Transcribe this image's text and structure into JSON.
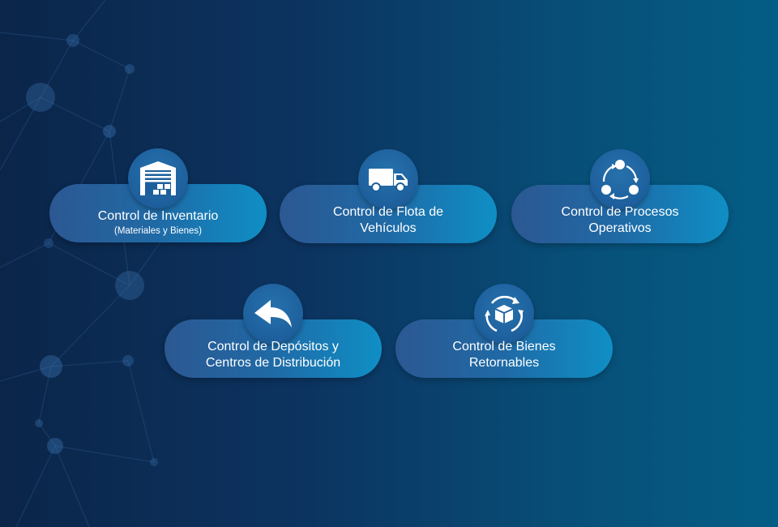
{
  "cards": [
    {
      "line1": "Control de Inventario",
      "sub": "(Materiales y Bienes)",
      "icon": "warehouse-icon"
    },
    {
      "line1": "Control de Flota de",
      "line2": "Vehículos",
      "icon": "truck-icon"
    },
    {
      "line1": "Control de Procesos",
      "line2": "Operativos",
      "icon": "process-cycle-icon"
    },
    {
      "line1": "Control de Depósitos y",
      "line2": "Centros de Distribución",
      "icon": "reply-arrow-icon"
    },
    {
      "line1": "Control de Bienes",
      "line2": "Retornables",
      "icon": "returnable-box-icon"
    }
  ],
  "colors": {
    "background": "#0c3461",
    "pill_start": "#2c5892",
    "pill_end": "#0f8fc5",
    "text": "#ffffff"
  }
}
